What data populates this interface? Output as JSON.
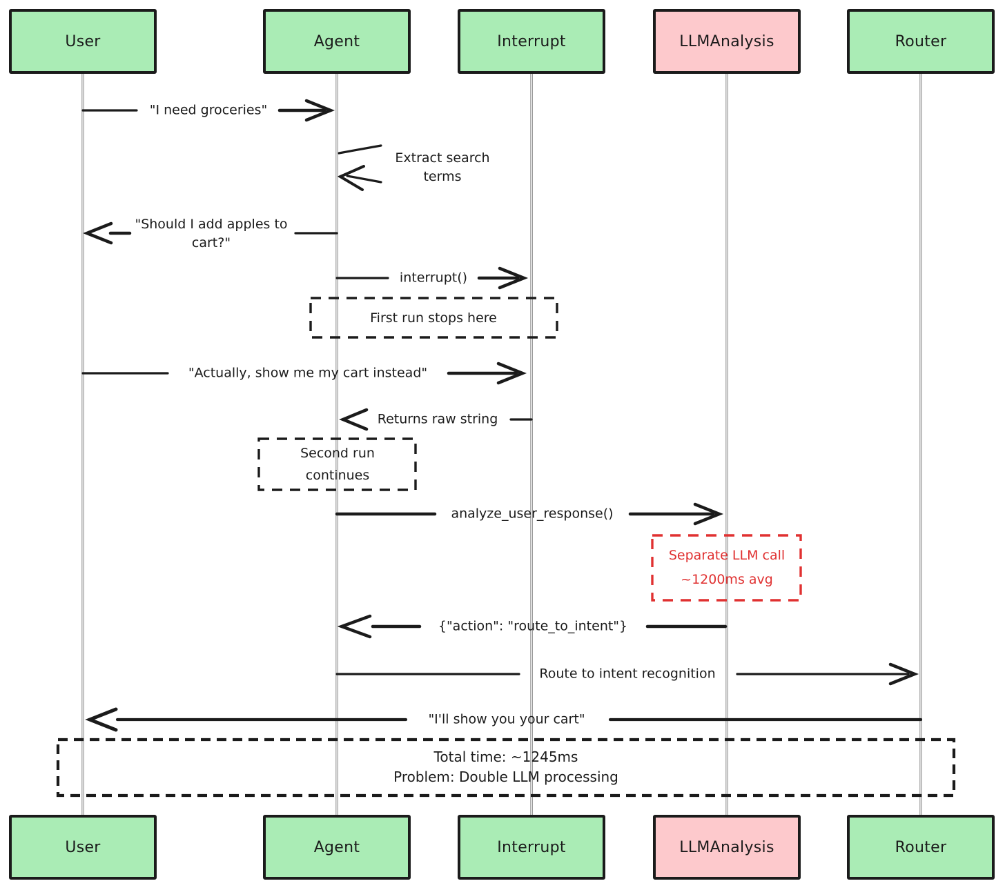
{
  "diagram": {
    "title": "Interrupt-based agent sequence diagram",
    "actors": [
      {
        "id": "user",
        "label": "User",
        "fill": "#aaecb5"
      },
      {
        "id": "agent",
        "label": "Agent",
        "fill": "#aaecb5"
      },
      {
        "id": "interrupt",
        "label": "Interrupt",
        "fill": "#aaecb5"
      },
      {
        "id": "llmanalysis",
        "label": "LLMAnalysis",
        "fill": "#fdc9cc"
      },
      {
        "id": "router",
        "label": "Router",
        "fill": "#aaecb5"
      }
    ],
    "messages": [
      {
        "label": "\"I need groceries\"",
        "from": "User",
        "to": "Agent"
      },
      {
        "label": "Extract search terms",
        "from": "Agent",
        "to": "Agent"
      },
      {
        "label": "\"Should I add apples to cart?\"",
        "from": "Agent",
        "to": "User"
      },
      {
        "label": "interrupt()",
        "from": "Agent",
        "to": "Interrupt"
      },
      {
        "label": "\"Actually, show me my cart instead\"",
        "from": "User",
        "to": "Interrupt"
      },
      {
        "label": "Returns raw string",
        "from": "Interrupt",
        "to": "Agent"
      },
      {
        "label": "analyze_user_response()",
        "from": "Agent",
        "to": "LLMAnalysis"
      },
      {
        "label": "{\"action\": \"route_to_intent\"}",
        "from": "LLMAnalysis",
        "to": "Agent"
      },
      {
        "label": "Route to intent recognition",
        "from": "Agent",
        "to": "Router"
      },
      {
        "label": "\"I'll show you your cart\"",
        "from": "Router",
        "to": "User"
      }
    ],
    "notes": [
      {
        "lines": [
          "First run stops here"
        ],
        "color": "#1b1b1b"
      },
      {
        "lines": [
          "Second run",
          "continues"
        ],
        "color": "#1b1b1b"
      },
      {
        "lines": [
          "Separate LLM call",
          "~1200ms avg"
        ],
        "color": "#e03131"
      },
      {
        "lines": [
          "Total time: ~1245ms",
          "Problem: Double LLM processing"
        ],
        "color": "#1b1b1b"
      }
    ],
    "colors": {
      "actor_green": "#aaecb5",
      "actor_pink": "#fdc9cc",
      "ink": "#1b1b1b",
      "warning_red": "#e03131",
      "lifeline_gray": "#9a9a9a"
    }
  }
}
